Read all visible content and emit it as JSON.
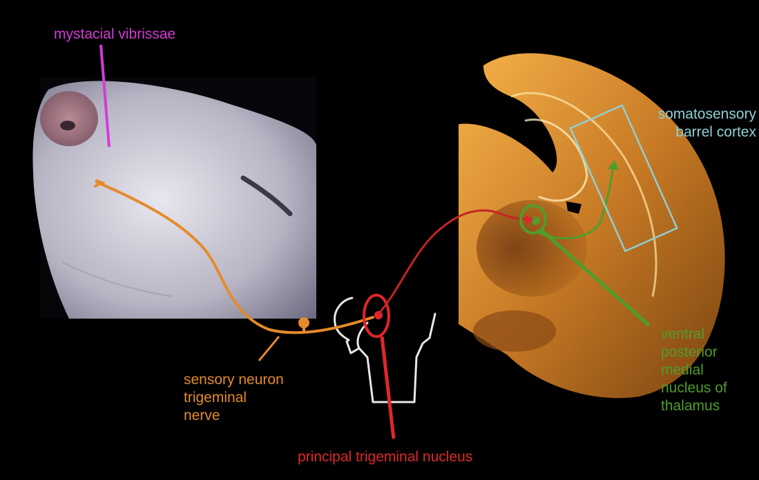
{
  "labels": {
    "vibrissae": "mystacial vibrissae",
    "barrel_cortex": "somatosensory\nbarrel cortex",
    "sensory_neuron": "sensory neuron\ntrigeminal\nnerve",
    "principal_nucleus": "principal trigeminal nucleus",
    "vpm": "ventral\nposterior\nmedial\nnucleus of\nthalamus"
  },
  "colors": {
    "background": "#000000",
    "vibrissae": "#d43bd8",
    "sensory_neuron": "#e58a2b",
    "principal_nucleus": "#e0262a",
    "vpm": "#4f9d2a",
    "barrel_cortex": "#8fd0d6",
    "brainstem_outline": "#e8e8e8"
  }
}
